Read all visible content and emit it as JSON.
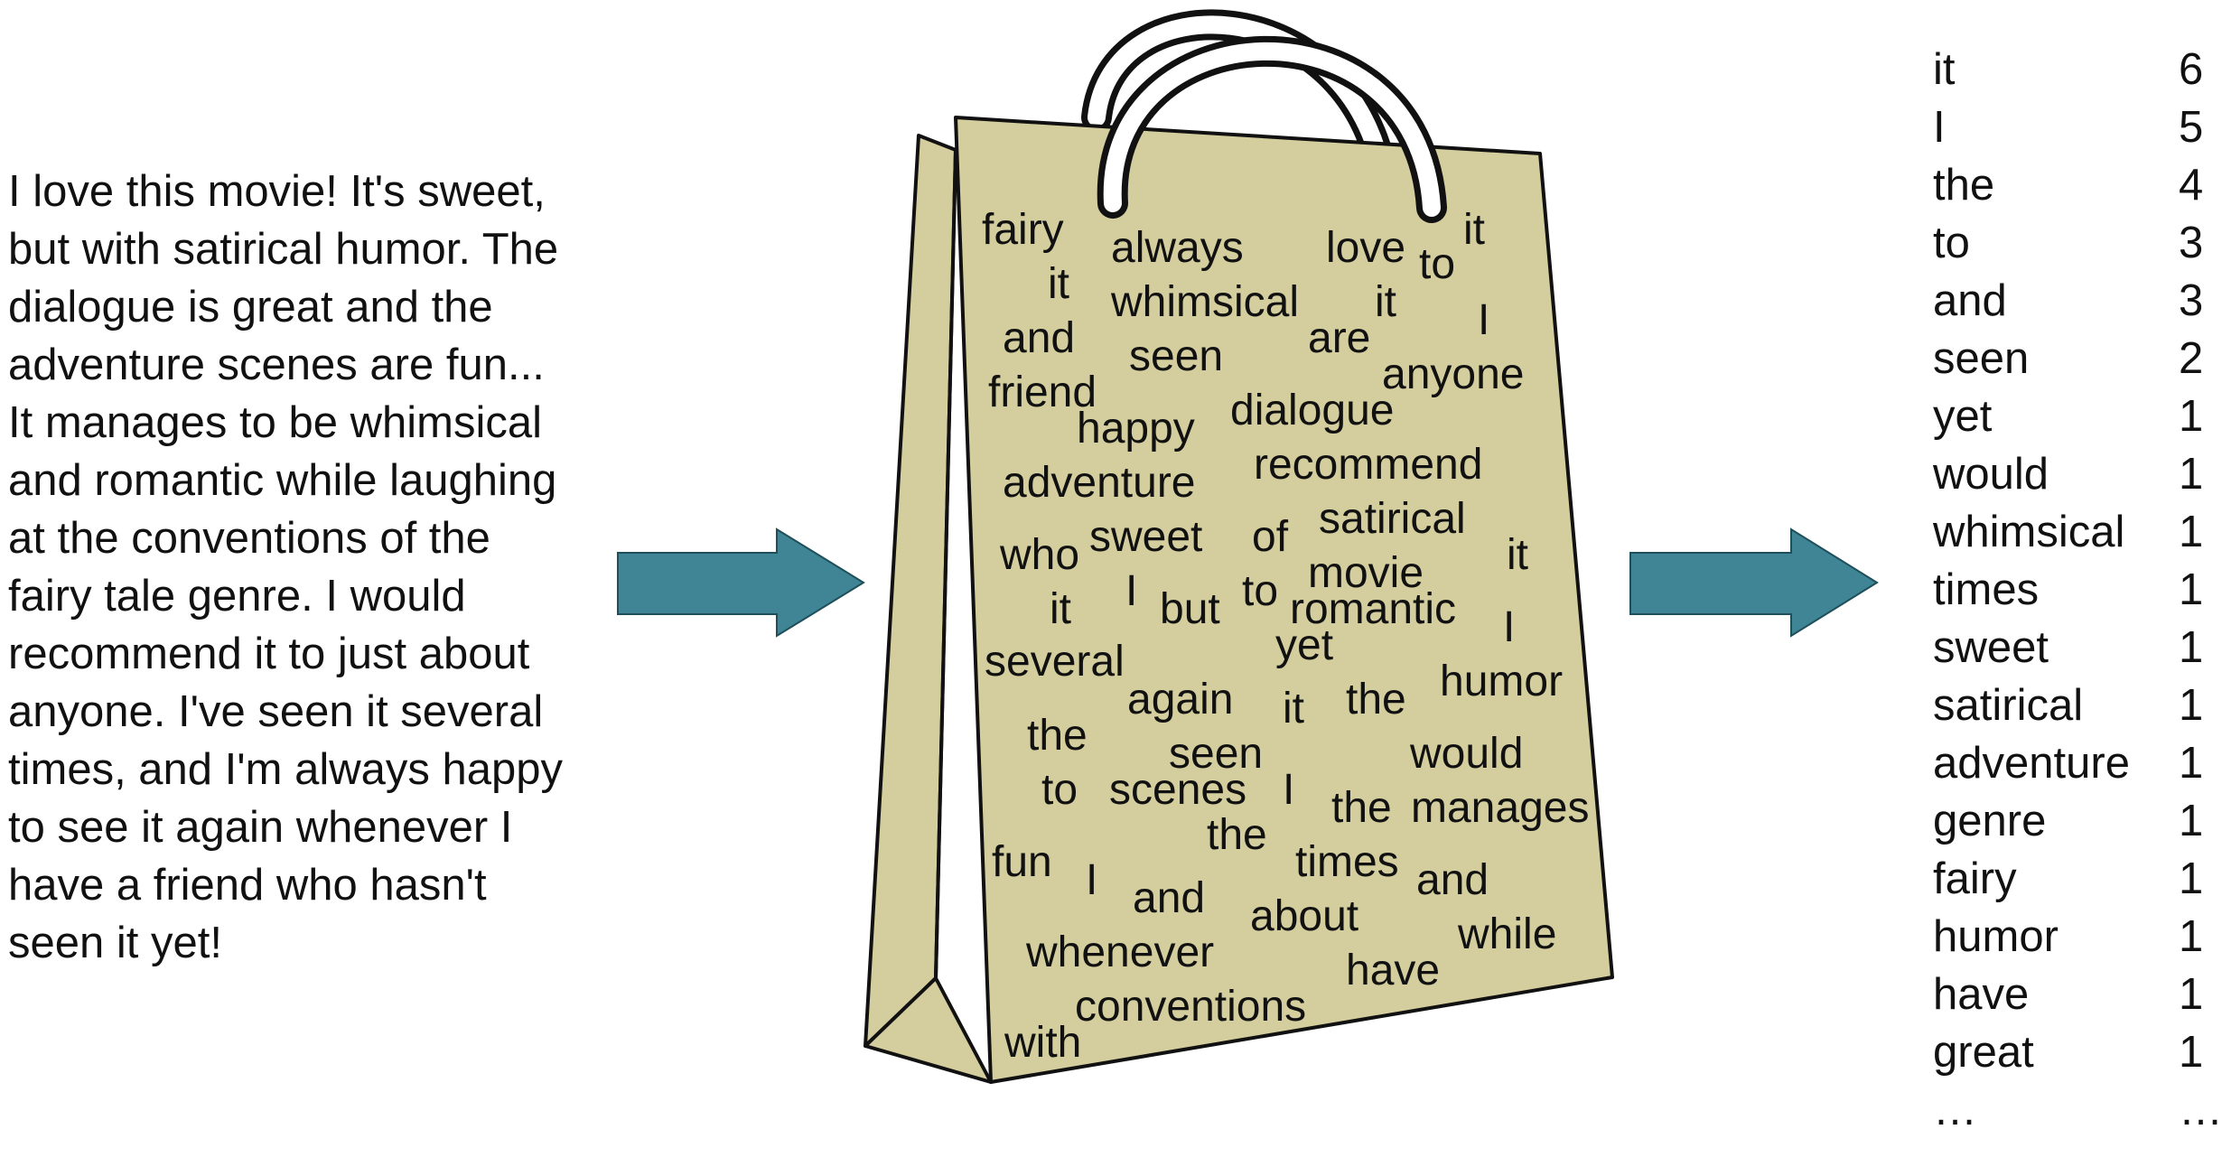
{
  "review": {
    "lines": [
      "I love this movie! It's sweet,",
      "but with satirical humor. The",
      "dialogue is great and the",
      "adventure scenes are fun...",
      "It manages to be whimsical",
      "and romantic while laughing",
      "at the conventions of the",
      "fairy tale genre. I would",
      "recommend it to just about",
      "anyone. I've seen it several",
      "times, and I'm always happy",
      "to see it again whenever I",
      "have a friend who hasn't",
      "seen it yet!"
    ]
  },
  "bag": {
    "words": [
      "fairy",
      "always",
      "love",
      "to",
      "it",
      "it",
      "whimsical",
      "it",
      "I",
      "and",
      "seen",
      "are",
      "anyone",
      "friend",
      "happy",
      "dialogue",
      "recommend",
      "adventure",
      "satirical",
      "who",
      "sweet",
      "of",
      "it",
      "movie",
      "I",
      "but",
      "to",
      "romantic",
      "I",
      "it",
      "several",
      "yet",
      "humor",
      "again",
      "it",
      "the",
      "the",
      "seen",
      "would",
      "to",
      "scenes",
      "I",
      "the",
      "manages",
      "the",
      "fun",
      "times",
      "and",
      "I",
      "and",
      "about",
      "while",
      "whenever",
      "have",
      "conventions",
      "with"
    ]
  },
  "counts": {
    "rows": [
      {
        "word": "it",
        "count": "6"
      },
      {
        "word": "I",
        "count": "5"
      },
      {
        "word": "the",
        "count": "4"
      },
      {
        "word": "to",
        "count": "3"
      },
      {
        "word": "and",
        "count": "3"
      },
      {
        "word": "seen",
        "count": "2"
      },
      {
        "word": "yet",
        "count": "1"
      },
      {
        "word": "would",
        "count": "1"
      },
      {
        "word": "whimsical",
        "count": "1"
      },
      {
        "word": "times",
        "count": "1"
      },
      {
        "word": "sweet",
        "count": "1"
      },
      {
        "word": "satirical",
        "count": "1"
      },
      {
        "word": "adventure",
        "count": "1"
      },
      {
        "word": "genre",
        "count": "1"
      },
      {
        "word": "fairy",
        "count": "1"
      },
      {
        "word": "humor",
        "count": "1"
      },
      {
        "word": "have",
        "count": "1"
      },
      {
        "word": "great",
        "count": "1"
      },
      {
        "word": "…",
        "count": "…"
      }
    ]
  },
  "colors": {
    "bag_fill": "#d4ce9e",
    "bag_stroke": "#111111",
    "arrow_fill": "#3f8595",
    "arrow_stroke": "#1e4f5a"
  }
}
